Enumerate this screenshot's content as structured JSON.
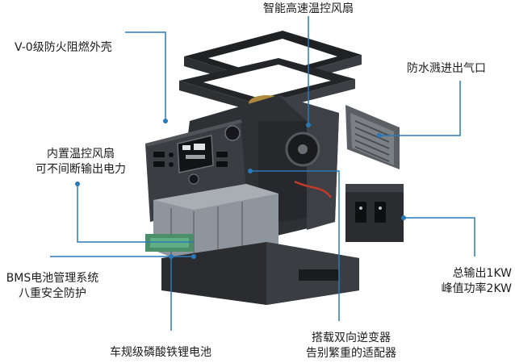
{
  "labels": {
    "fan_top": "智能高速温控风扇",
    "shell": "V-0级防火阻燃外壳",
    "waterproof_vent": "防水溅进出气口",
    "internal_fan": [
      "内置温控风扇",
      "可不间断输出电力"
    ],
    "bms": [
      "BMS电池管理系统",
      "八重安全防护"
    ],
    "battery": "车规级磷酸铁锂电池",
    "inverter": [
      "搭载双向逆变器",
      "告别繁重的适配器"
    ],
    "output": [
      "总输出1KW",
      "峰值功率2KW"
    ]
  },
  "colors": {
    "callout_line": "#2b78b8",
    "device_dark": "#2a2c2f",
    "device_mid": "#3b3e42",
    "panel_screen": "#111315",
    "battery_cells": "#8f959c"
  }
}
